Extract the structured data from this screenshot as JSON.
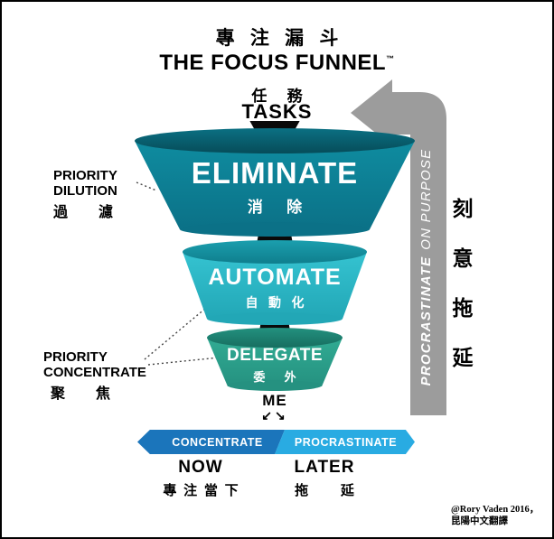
{
  "title": {
    "chinese": "專 注 漏 斗",
    "english": "THE FOCUS FUNNEL",
    "trademark": "™"
  },
  "tasks": {
    "chinese": "任 務",
    "english": "TASKS"
  },
  "funnel": {
    "tiers": [
      {
        "label": "ELIMINATE",
        "chinese": "消 除",
        "color": "#0f8ca0"
      },
      {
        "label": "AUTOMATE",
        "chinese": "自 動 化",
        "color": "#35c3d1"
      },
      {
        "label": "DELEGATE",
        "chinese": "委 外",
        "color": "#31ab93"
      }
    ]
  },
  "left_labels": {
    "dilution": {
      "line1": "PRIORITY",
      "line2": "DILUTION",
      "chinese": "過 濾"
    },
    "concentrate": {
      "line1": "PRIORITY",
      "line2": "CONCENTRATE",
      "chinese": "聚 焦"
    }
  },
  "me": {
    "label": "ME",
    "arrows": "↙↘"
  },
  "banner": {
    "concentrate": {
      "label": "CONCENTRATE",
      "color": "#1b75bb"
    },
    "procrastinate": {
      "label": "PROCRASTINATE",
      "color": "#29abe2"
    }
  },
  "timeline": {
    "now": {
      "english": "NOW",
      "chinese": "專 注 當 下"
    },
    "later": {
      "english": "LATER",
      "chinese": "拖 延"
    }
  },
  "side_arrow": {
    "label_bold": "PROCRASTINATE",
    "label_rest": "ON PURPOSE",
    "color": "#9c9c9c"
  },
  "right_vertical": {
    "chars": [
      "刻",
      "意",
      "拖",
      "延"
    ]
  },
  "credit": {
    "line1": "@Rory Vaden 2016，",
    "line2": "昆陽中文翻譯"
  }
}
